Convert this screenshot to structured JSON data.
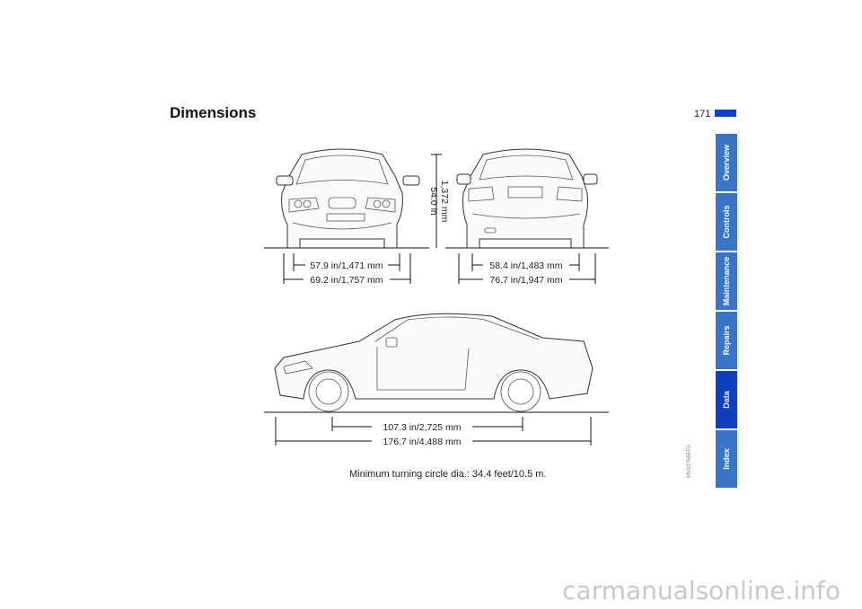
{
  "page": {
    "title": "Dimensions",
    "page_number": "171",
    "side_code": "MV03766EFA",
    "footnote": "Minimum turning circle dia.: 34.4 feet/10.5 m.",
    "watermark": "carmanualsonline.info"
  },
  "tabs": [
    {
      "label": "Overview",
      "active": false
    },
    {
      "label": "Controls",
      "active": false
    },
    {
      "label": "Maintenance",
      "active": false
    },
    {
      "label": "Repairs",
      "active": false
    },
    {
      "label": "Data",
      "active": true
    },
    {
      "label": "Index",
      "active": false
    }
  ],
  "dimensions": {
    "front_track": "57.9 in/1,471 mm",
    "front_width": "69.2 in/1,757 mm",
    "height_in": "54.0 in",
    "height_mm": "1,372 mm",
    "rear_track": "58.4 in/1,483 mm",
    "rear_width": "76.7 in/1,947 mm",
    "wheelbase": "107.3 in/2,725 mm",
    "length": "176.7 in/4,488 mm"
  },
  "colors": {
    "accent": "#0a3fd0",
    "tab": "#3a74c7",
    "tab_active": "#0f3fbf"
  }
}
